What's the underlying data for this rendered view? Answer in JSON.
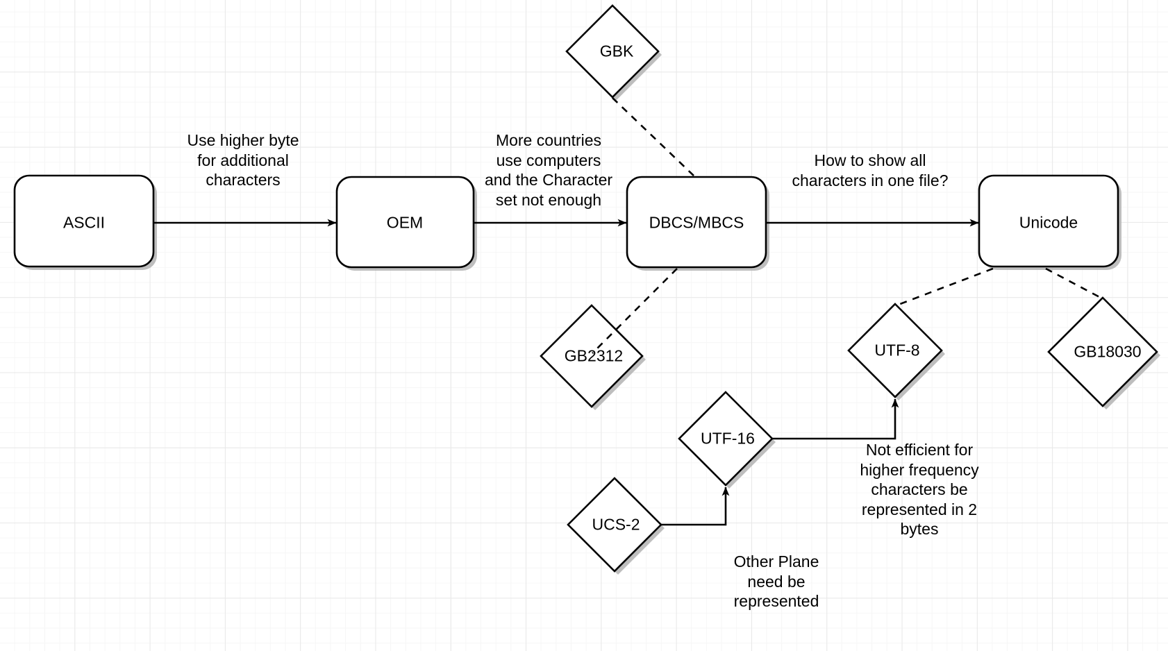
{
  "diagram": {
    "title": "Character encoding evolution flowchart",
    "background": "#ffffff",
    "grid_minor_color": "#f6f6f6",
    "grid_major_color": "#e8e8e8",
    "stroke_color": "#000000",
    "fill_color": "#ffffff",
    "shadow_color": "#b3b3b3"
  },
  "nodes": {
    "ascii": {
      "label": "ASCII",
      "shape": "rounded-rect"
    },
    "oem": {
      "label": "OEM",
      "shape": "rounded-rect"
    },
    "dbcs": {
      "label": "DBCS/MBCS",
      "shape": "rounded-rect"
    },
    "unicode": {
      "label": "Unicode",
      "shape": "rounded-rect"
    },
    "gbk": {
      "label": "GBK",
      "shape": "diamond"
    },
    "gb2312": {
      "label": "GB2312",
      "shape": "diamond"
    },
    "gb18030": {
      "label": "GB18030",
      "shape": "diamond"
    },
    "utf8": {
      "label": "UTF-8",
      "shape": "diamond"
    },
    "utf16": {
      "label": "UTF-16",
      "shape": "diamond"
    },
    "ucs2": {
      "label": "UCS-2",
      "shape": "diamond"
    }
  },
  "edge_labels": {
    "ascii_to_oem": "Use higher byte\nfor additional\ncharacters",
    "oem_to_dbcs": "More countries\nuse computers\nand the Character\nset not enough",
    "dbcs_to_unicode": "How to show all\ncharacters in one file?",
    "ucs2_to_utf16": "Other Plane\nneed be\nrepresented",
    "utf16_to_utf8": "Not efficient for\nhigher frequency\ncharacters be\nrepresented in 2\nbytes"
  }
}
